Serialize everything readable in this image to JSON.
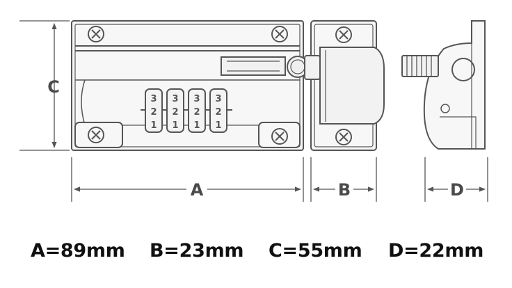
{
  "labels": {
    "a": "A",
    "b": "B",
    "c": "C",
    "d": "D"
  },
  "dial_digits": {
    "top": "3",
    "middle": "2",
    "bottom": "1"
  },
  "specs": {
    "a": "A=89mm",
    "b": "B=23mm",
    "c": "C=55mm",
    "d": "D=22mm"
  }
}
